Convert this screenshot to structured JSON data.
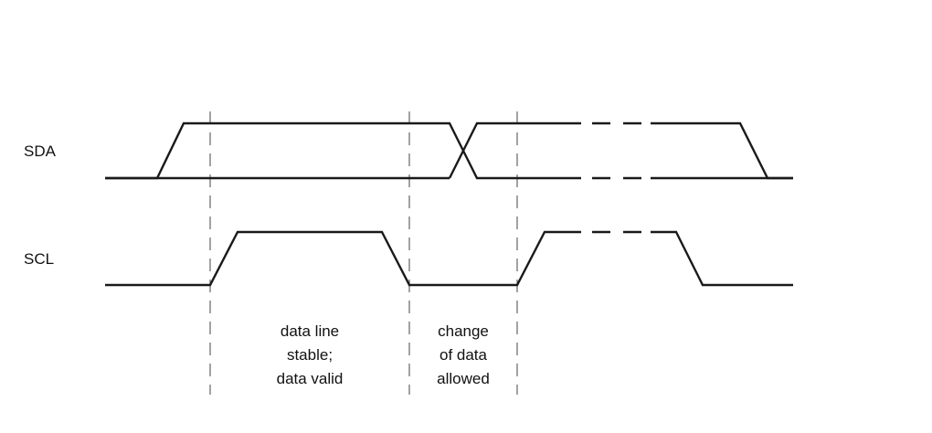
{
  "signals": {
    "sda": {
      "label": "SDA"
    },
    "scl": {
      "label": "SCL"
    }
  },
  "annotations": {
    "stable": {
      "line1": "data line",
      "line2": "stable;",
      "line3": "data valid"
    },
    "change": {
      "line1": "change",
      "line2": "of data",
      "line3": "allowed"
    }
  },
  "colors": {
    "waveform": "#1a1a1a",
    "guide": "#555555",
    "text": "#111111",
    "background": "#ffffff"
  }
}
